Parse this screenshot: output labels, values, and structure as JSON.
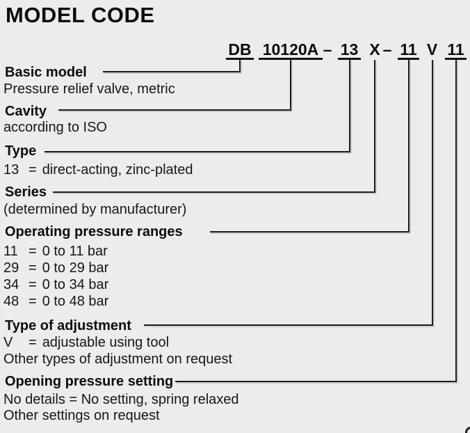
{
  "title": "MODEL CODE",
  "model_code": {
    "segments": [
      {
        "text": "DB",
        "underline": true
      },
      {
        "text": "10120A",
        "underline": true
      },
      {
        "text": "–",
        "underline": false
      },
      {
        "text": "13",
        "underline": true
      },
      {
        "text": "X",
        "underline": false
      },
      {
        "text": "–",
        "underline": false
      },
      {
        "text": "11",
        "underline": true
      },
      {
        "text": "V",
        "underline": false
      },
      {
        "text": "11",
        "underline": true
      }
    ]
  },
  "sections": [
    {
      "label": "Basic model",
      "lines": [
        {
          "text": "Pressure relief valve, metric"
        }
      ]
    },
    {
      "label": "Cavity",
      "lines": [
        {
          "text": "according to ISO"
        }
      ]
    },
    {
      "label": "Type",
      "lines": [
        {
          "code": "13",
          "eq": "=",
          "text": "direct-acting, zinc-plated"
        }
      ]
    },
    {
      "label": "Series",
      "lines": [
        {
          "text": "(determined by manufacturer)"
        }
      ]
    },
    {
      "label": "Operating pressure ranges",
      "lines": [
        {
          "code": "11",
          "eq": "=",
          "text": "0 to 11 bar"
        },
        {
          "code": "29",
          "eq": "=",
          "text": "0 to 29 bar"
        },
        {
          "code": "34",
          "eq": "=",
          "text": "0 to 34 bar"
        },
        {
          "code": "48",
          "eq": "=",
          "text": "0 to 48 bar"
        }
      ]
    },
    {
      "label": "Type of adjustment",
      "lines": [
        {
          "code": "V",
          "eq": "=",
          "text": "adjustable using tool"
        },
        {
          "text": "Other types of adjustment on request"
        }
      ]
    },
    {
      "label": "Opening pressure setting",
      "lines": [
        {
          "text": "No details = No setting, spring relaxed"
        },
        {
          "text": "Other settings on request"
        }
      ]
    }
  ],
  "colors": {
    "background": "#ececec",
    "text": "#111111",
    "line": "#1c1c1c"
  }
}
